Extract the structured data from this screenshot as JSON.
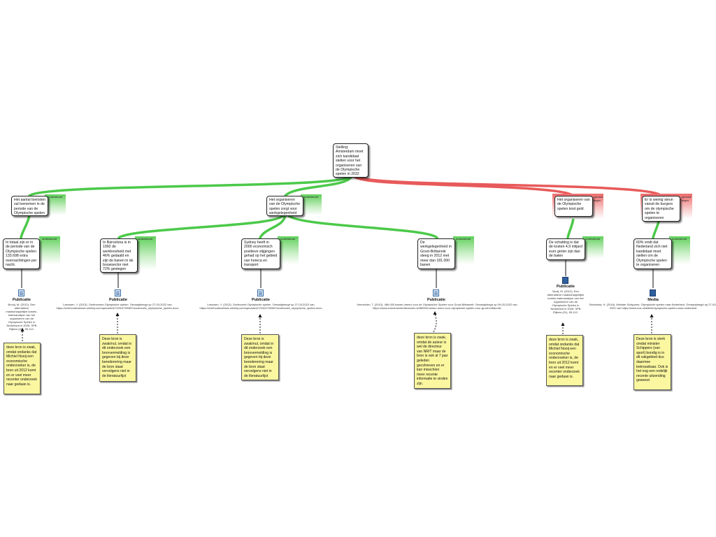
{
  "root": {
    "text": "Stelling: Amsterdam moet zich kandidaat stellen voor het organiseren van de Olympische spelen in 2032"
  },
  "args": [
    {
      "text": "Het aantal toeristen zal toenemen in de periode van de Olympische spelen",
      "tag": "ondersteunt"
    },
    {
      "text": "Het organiseren van de Olympische spelen zorgt voor werkgelegenheid",
      "tag": "ondersteunt"
    },
    {
      "text": "Het organiseren van de Olympische spelen kost geld",
      "tag": "spreekt tegen"
    },
    {
      "text": "Er is weinig steun vanuit de burgers om de olympische spelen te organiseren",
      "tag": "spreekt tegen"
    }
  ],
  "evidence": [
    {
      "text": "In totaal zijn er in de periode van de Olympische spelen 133.698 extra overnachtingen per nacht.",
      "tag": "ondersteunt"
    },
    {
      "text": "In Barcelona is in 1992 de werkloosheid met 46% gedaald en zijn de banen in de bouwsector met 72% gestegen",
      "tag": "ondersteunt"
    },
    {
      "text": "Sydney heeft in 2000 economisch positieve stijgingen gehad op het gebied van horeca en transport",
      "tag": "ondersteunt"
    },
    {
      "text": "De werkgelegenheid in Groot-Brittannië steeg in 2012 met meer dan 181.000 banen",
      "tag": "ondersteunt"
    },
    {
      "text": "De schatting is dat de kosten 4,9 miljard euro groter zijn dan de baten",
      "tag": "ondersteunt"
    },
    {
      "text": "60% vindt dat Nederland zich niet kandidaat moet stellen om de Olympische spelen te organiseren",
      "tag": "ondersteunt"
    }
  ],
  "sources": [
    {
      "type": "Publicatie",
      "icon": "document-icon",
      "ref": "Brouij, M. (2012). Een alternatieve maatschappelijke kosten-batenanalyse van het organiseren van de Olympische Spelen in Nederland in 2028. SPB Rijkers (01), 95-112."
    },
    {
      "type": "Publicatie",
      "icon": "document-icon",
      "ref": "Leeuwen, Y. (2013). Onderzoeke Olympische spelen. Geraadpleegd op 27-03-2022 van https://veerhoofeselewe.weebly.com/uploads/4/7/0/0/4700587/onderzoek_olympische_spelen.docx"
    },
    {
      "type": "Publicatie",
      "icon": "document-icon",
      "ref": "Leeuwen, Y. (2013). Onderzoek Olympische spelen. Geraadpleegd op 27-03-2022 van https://veerhoofeselewe.weebly.com/uploads/4/7/0/0/4700587/onderzoek_olympische_spelen.docx"
    },
    {
      "type": "Publicatie",
      "icon": "document-icon",
      "ref": "Vermeulen, T. (2013). 489.000 banen (meer) voor de Olympische Spelen voor Groot-Brittannië. Geraadpleegd op 09-03-2022 van https://www.evenementenbranche.nl/489000-banen-meer-voor-olympische-spelen-voor-groot-brittannie/"
    },
    {
      "type": "Publicatie",
      "icon": "book-icon",
      "ref": "Nooij, M. (2012). Een alternatieve maatschappelijke kosten-batenanalyse van het organiseren van de Olympische Spelen in Nederland in 2028. SPB Rijkers (01), 95-112."
    },
    {
      "type": "Media",
      "icon": "book-icon",
      "ref": "Broekstra, H. (2016). Minister Schippers: Olympische spelen naar Nederland. Geraadpleegd op 27-03-2022 van https://www.nos.nl/artikel/olympische-spelen-naar-nederland"
    }
  ],
  "notes": [
    {
      "text": "deze bron is zwak, omdat ondanks dat Michiel Nooij een economische onderzoeker is, de bron uit 2012 komt en er veel meer recenter onderzoek naar gedaan is."
    },
    {
      "text": "Deze bron is zwak/nul, omdat in dit onderzoek een bronvermelding is gegeven bij deze berederering maar de bron staat vervolgens niet in de literatuurlijst"
    },
    {
      "text": "Deze bron is zwak/nul, omdat in dit onderzoek een bronvermelding is gegeven bij deze berederering maar de bron staat vervolgens niet in de literatuurlijst"
    },
    {
      "text": "deze bron is zwak, omdat de auteur is wel de directeur van NRIT maar de bron is ook al 7 jaar geleden gecshreven en er kan misschien meer recente informatie te vinden zijn."
    },
    {
      "text": "deze bron is zwak, omdat ondanks dat Michiel Nooij een economische onderzoeker is, de bron uit 2012 komt en er veel meer recenter onderzoek naar gedaan is."
    },
    {
      "text": "Deze bron is sterk omdat minister Schippers (van sport) bondig is in dit vakgebied dus daarmee betrouwbaar. Ook is het nog een redelijk recente uitzending geweest"
    }
  ],
  "colors": {
    "pro": "#4cc94a",
    "con": "#e85a5a",
    "note": "#fbf7a0"
  }
}
